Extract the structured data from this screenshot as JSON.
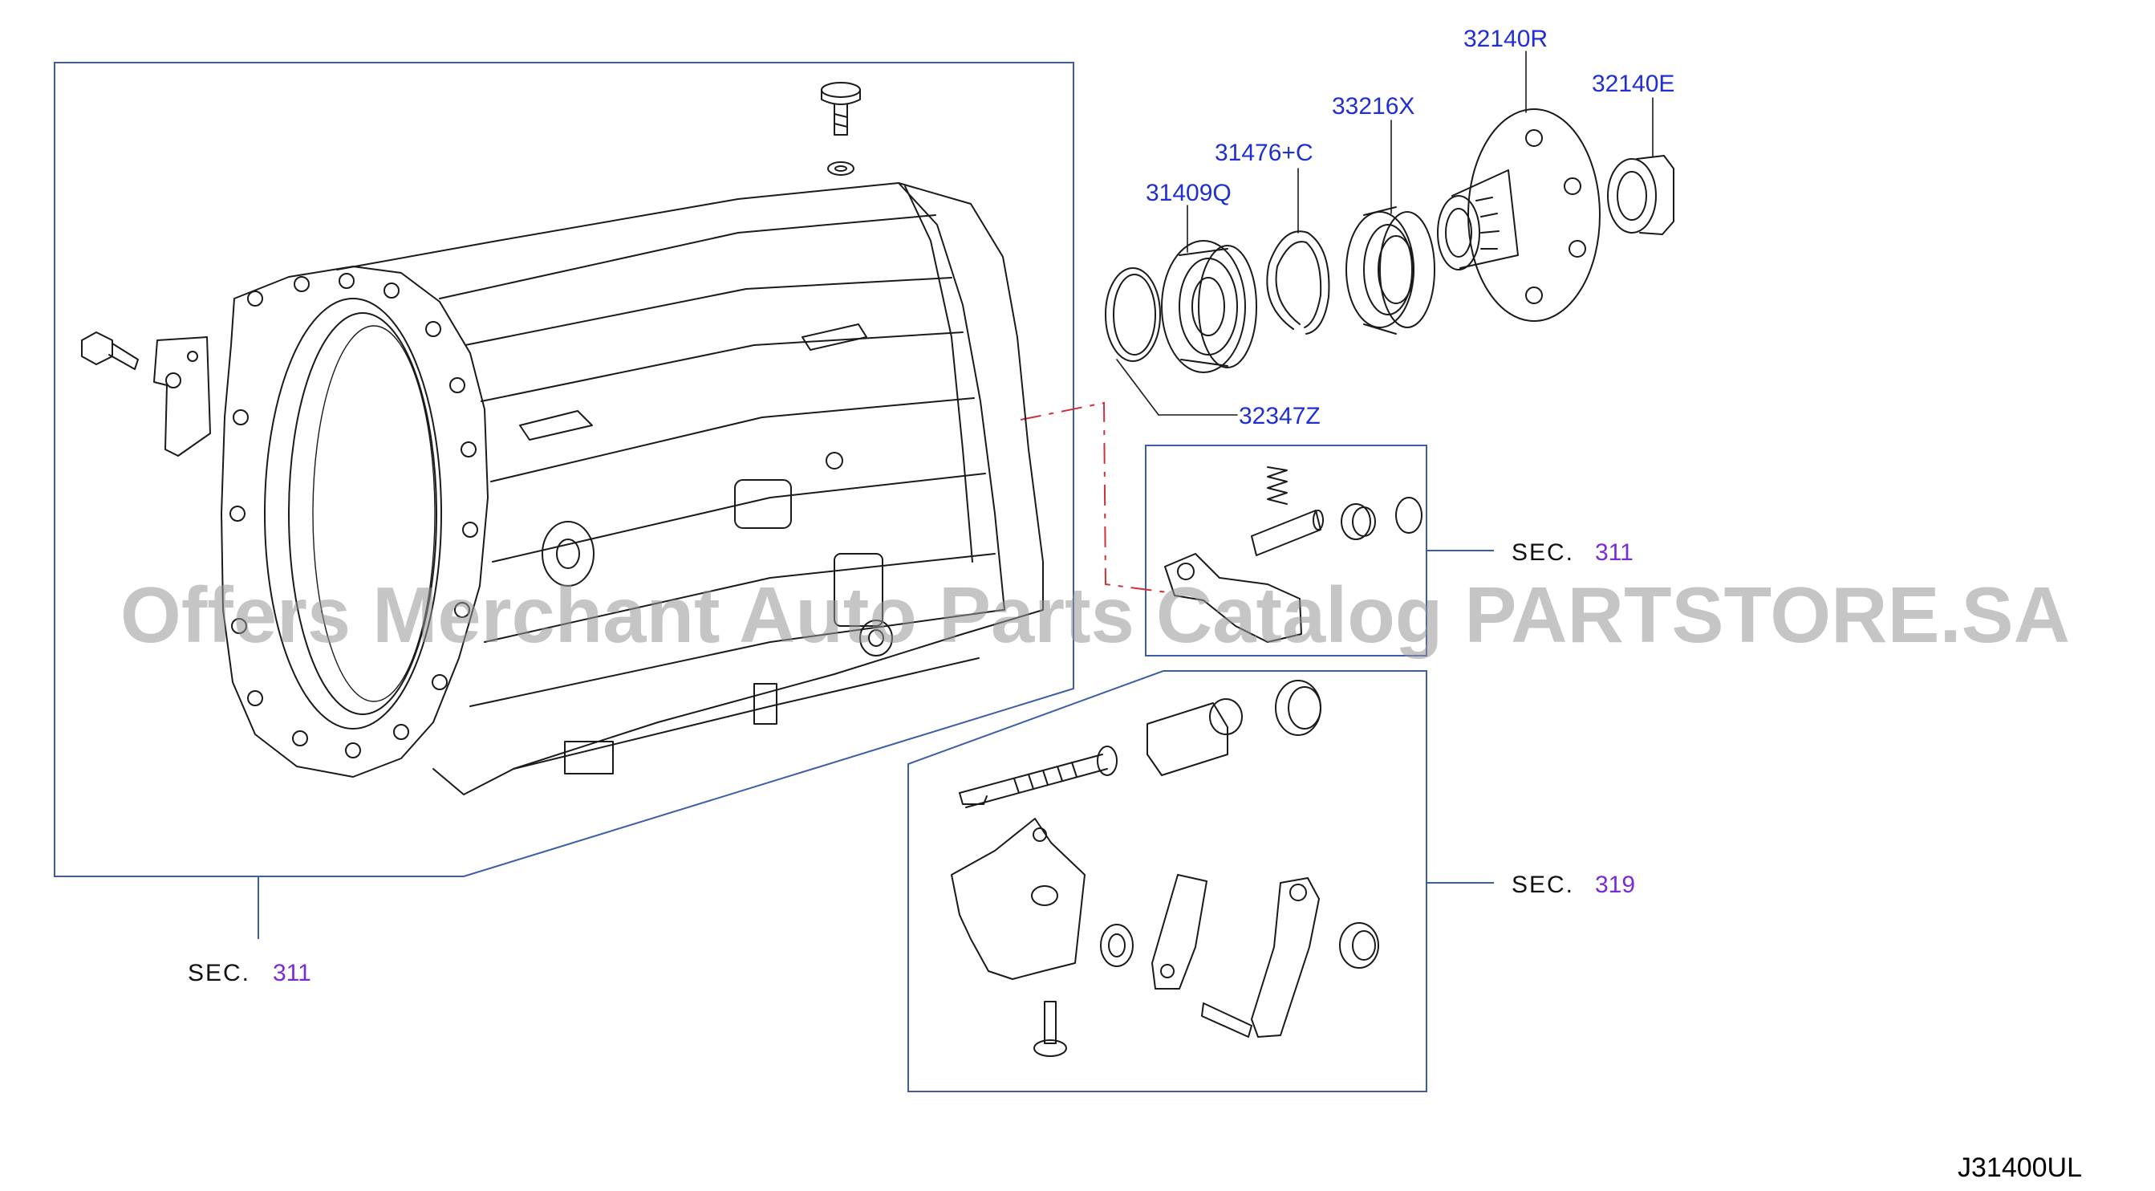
{
  "part_labels": {
    "p32140R": "32140R",
    "p32140E": "32140E",
    "p33216X": "33216X",
    "p31476C": "31476+C",
    "p31409Q": "31409Q",
    "p32347Z": "32347Z"
  },
  "sections": {
    "prefix": "SEC.",
    "housing": "311",
    "control_box": "311",
    "linkage_box": "319"
  },
  "diagram_id": "J31400UL",
  "watermark": "Offers Merchant Auto Parts Catalog PARTSTORE.SA",
  "colors": {
    "label_blue": "#1f2fd0",
    "section_purple": "#7a2ad6",
    "frame_blue": "#3c5ea8",
    "guide_red": "#d0303a"
  }
}
